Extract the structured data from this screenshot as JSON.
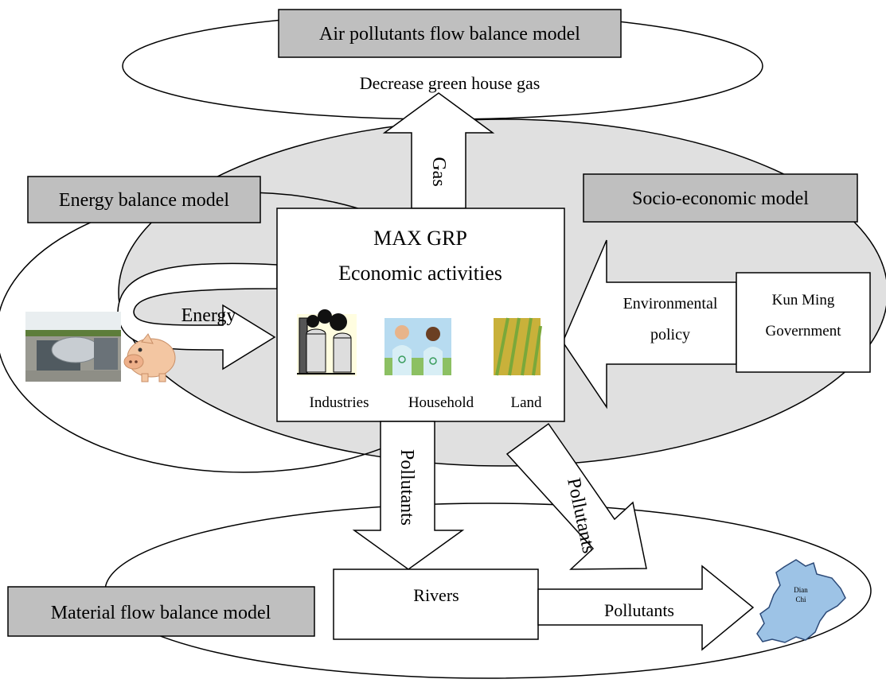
{
  "models": {
    "air": "Air pollutants flow balance model",
    "energy": "Energy balance model",
    "socio": "Socio-economic model",
    "material": "Material flow balance model"
  },
  "air_goal": "Decrease green house gas",
  "center": {
    "line1": "MAX GRP",
    "line2": "Economic activities",
    "industries": "Industries",
    "household": "Household",
    "land": "Land"
  },
  "arrows": {
    "gas": "Gas",
    "energy": "Energy",
    "pollutants_down": "Pollutants",
    "pollutants_diag": "Pollutants",
    "pollutants_right": "Pollutants",
    "env_line1": "Environmental",
    "env_line2": "policy"
  },
  "government": {
    "line1": "Kun Ming",
    "line2": "Government"
  },
  "rivers": "Rivers",
  "lake": {
    "line1": "Dian",
    "line2": "Chi"
  },
  "colors": {
    "model_box": "#bfbfbf",
    "ellipse_fill": "#e0e0e0",
    "lake": "#9dc3e6"
  }
}
